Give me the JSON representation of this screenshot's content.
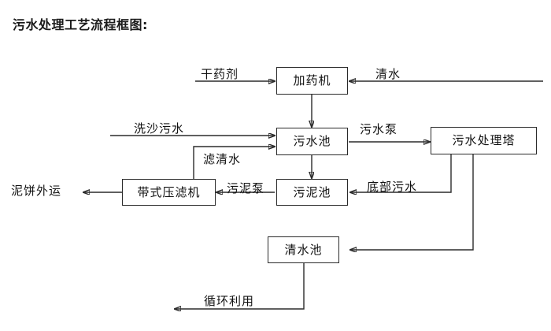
{
  "page": {
    "title": "污水处理工艺流程框图:"
  },
  "diagram": {
    "type": "flowchart",
    "nodes": [
      {
        "id": "dosing_machine",
        "label": "加药机"
      },
      {
        "id": "sewage_pool",
        "label": "污水池"
      },
      {
        "id": "sewage_tower",
        "label": "污水处理塔"
      },
      {
        "id": "belt_filter_press",
        "label": "带式压滤机"
      },
      {
        "id": "sludge_pool",
        "label": "污泥池"
      },
      {
        "id": "clean_water_pool",
        "label": "清水池"
      }
    ],
    "terminals": [
      {
        "id": "dry_agent",
        "label": "干药剂"
      },
      {
        "id": "clean_water_in",
        "label": "清水"
      },
      {
        "id": "sand_wash_sewage",
        "label": "洗沙污水"
      },
      {
        "id": "mud_cake_out",
        "label": "泥饼外运"
      }
    ],
    "edge_labels": [
      {
        "id": "sewage_pump",
        "label": "污水泵"
      },
      {
        "id": "filtrate_water",
        "label": "滤清水"
      },
      {
        "id": "sludge_pump",
        "label": "污泥泵"
      },
      {
        "id": "bottom_sewage",
        "label": "底部污水"
      },
      {
        "id": "recycle_use",
        "label": "循环利用"
      }
    ],
    "edges": [
      {
        "from": "dry_agent",
        "to": "dosing_machine",
        "label": ""
      },
      {
        "from": "clean_water_in",
        "to": "dosing_machine",
        "label": ""
      },
      {
        "from": "dosing_machine",
        "to": "sewage_pool",
        "label": ""
      },
      {
        "from": "sand_wash_sewage",
        "to": "sewage_pool",
        "label": "洗沙污水"
      },
      {
        "from": "belt_filter_press",
        "to": "sewage_pool",
        "label": "滤清水"
      },
      {
        "from": "sewage_pool",
        "to": "sewage_tower",
        "label": "污水泵"
      },
      {
        "from": "sewage_pool",
        "to": "sludge_pool",
        "label": ""
      },
      {
        "from": "sludge_pool",
        "to": "belt_filter_press",
        "label": "污泥泵"
      },
      {
        "from": "sewage_tower",
        "to": "sludge_pool",
        "label": "底部污水"
      },
      {
        "from": "sewage_tower",
        "to": "clean_water_pool",
        "label": ""
      },
      {
        "from": "belt_filter_press",
        "to": "mud_cake_out",
        "label": ""
      },
      {
        "from": "clean_water_pool",
        "to": "recycle_use",
        "label": "循环利用"
      }
    ]
  },
  "colors": {
    "stroke": "#2b2b2b",
    "text": "#111111",
    "background": "#ffffff"
  }
}
